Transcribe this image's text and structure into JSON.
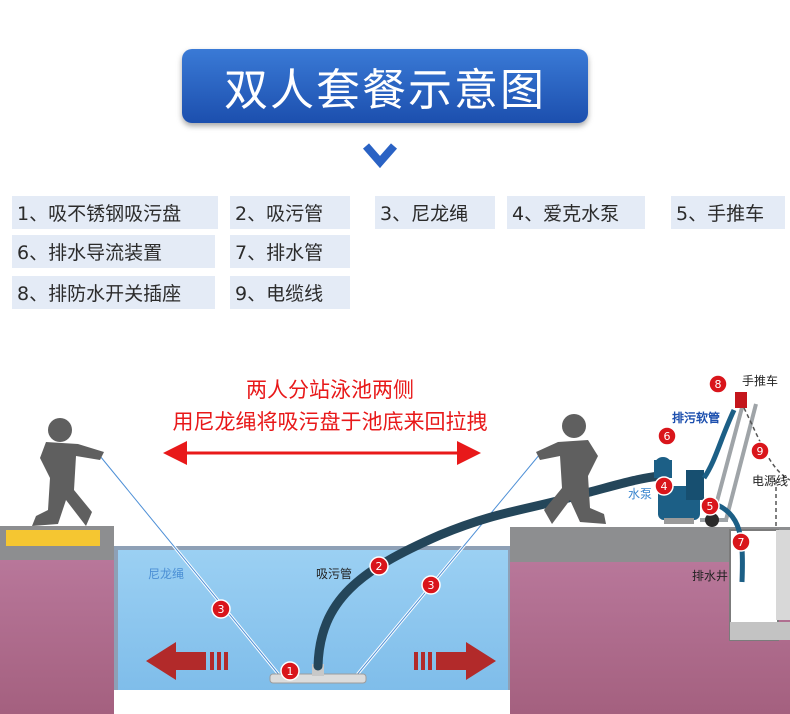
{
  "title": "双人套餐示意图",
  "legend": [
    {
      "label": "1、吸不锈钢吸污盘"
    },
    {
      "label": "2、吸污管"
    },
    {
      "label": "3、尼龙绳"
    },
    {
      "label": "4、爱克水泵"
    },
    {
      "label": "5、手推车"
    },
    {
      "label": "6、排水导流装置"
    },
    {
      "label": "7、排水管"
    },
    {
      "label": "8、排防水开关插座"
    },
    {
      "label": "9、电缆线"
    }
  ],
  "headline": {
    "line1": "两人分站泳池两侧",
    "line2": "用尼龙绳将吸污盘于池底来回拉拽"
  },
  "labels": {
    "nylon_rope": "尼龙绳",
    "suction_hose": "吸污管",
    "suction_plate": "吸污盘",
    "cart": "手推车",
    "discharge_hose": "排污软管",
    "pump": "水泵",
    "power_cord": "电源线",
    "drain_well": "排水井"
  },
  "markers": [
    "1",
    "2",
    "3",
    "3",
    "4",
    "5",
    "6",
    "7",
    "8",
    "9"
  ],
  "colors": {
    "banner": "#2a62c4",
    "headline": "#e8191a",
    "marker": "#d9151b",
    "water": "#86c4ef",
    "ground": "#ad6a8c",
    "hose": "#24465a"
  }
}
